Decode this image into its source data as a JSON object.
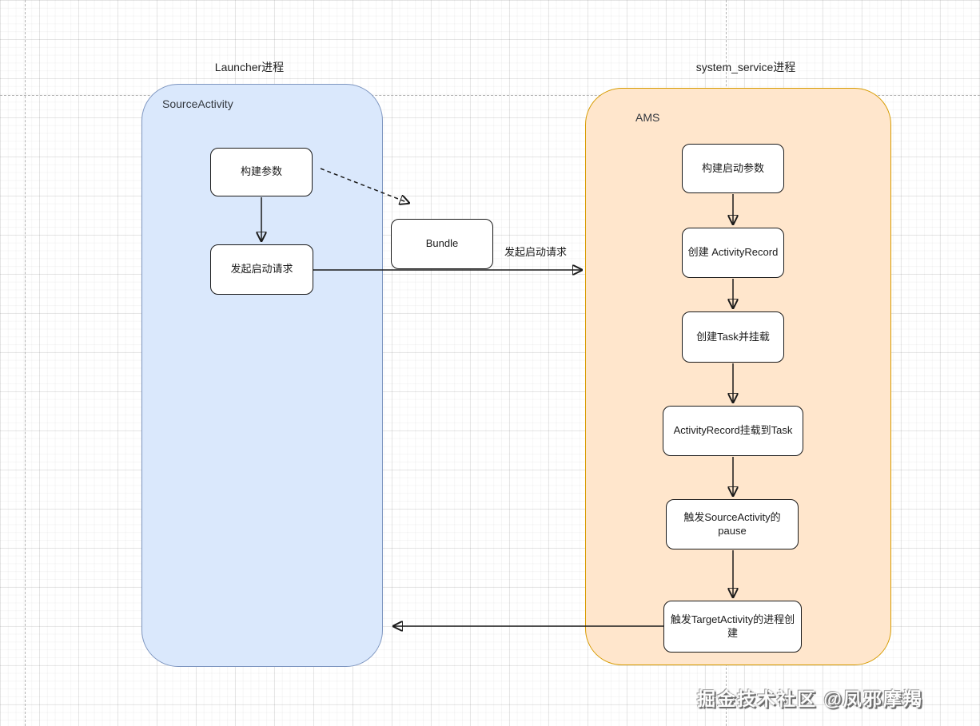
{
  "colors": {
    "left_fill": "#dae8fc",
    "left_stroke": "#7e96c0",
    "right_fill": "#ffe6cc",
    "right_stroke": "#d79b00",
    "node_stroke": "#1a1a1a"
  },
  "lanes": {
    "launcher": {
      "title": "Launcher进程",
      "container_label": "SourceActivity"
    },
    "system_service": {
      "title": "system_service进程",
      "container_label": "AMS"
    }
  },
  "nodes": {
    "build_params": "构建参数",
    "send_start_request": "发起启动请求",
    "bundle": "Bundle",
    "build_start_params": "构建启动参数",
    "create_activity_record": "创建 ActivityRecord",
    "create_task_and_mount": "创建Task并挂载",
    "activity_record_attach_to_task": "ActivityRecord挂载到Task",
    "trigger_source_activity_pause": "触发SourceActivity的pause",
    "trigger_target_activity_process_creation": "触发TargetActivity的进程创建"
  },
  "edge_labels": {
    "start_request": "发起启动请求"
  },
  "watermark": "掘金技术社区 @凤邪摩羯"
}
